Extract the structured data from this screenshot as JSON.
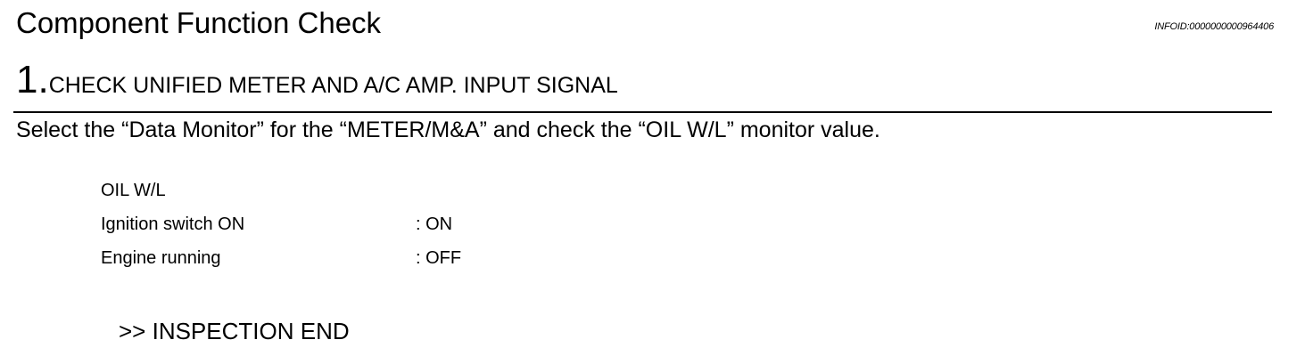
{
  "header": {
    "title": "Component Function Check",
    "doc_id": "INFOID:0000000000964406"
  },
  "step": {
    "number": "1.",
    "title": "CHECK UNIFIED METER AND A/C AMP. INPUT SIGNAL",
    "instruction": "Select the “Data Monitor” for the “METER/M&A” and check the “OIL W/L” monitor value."
  },
  "monitor": {
    "item": "OIL W/L",
    "rows": [
      {
        "condition": "Ignition switch ON",
        "value": ": ON"
      },
      {
        "condition": "Engine running",
        "value": ": OFF"
      }
    ]
  },
  "result": {
    "text": ">> INSPECTION END"
  }
}
